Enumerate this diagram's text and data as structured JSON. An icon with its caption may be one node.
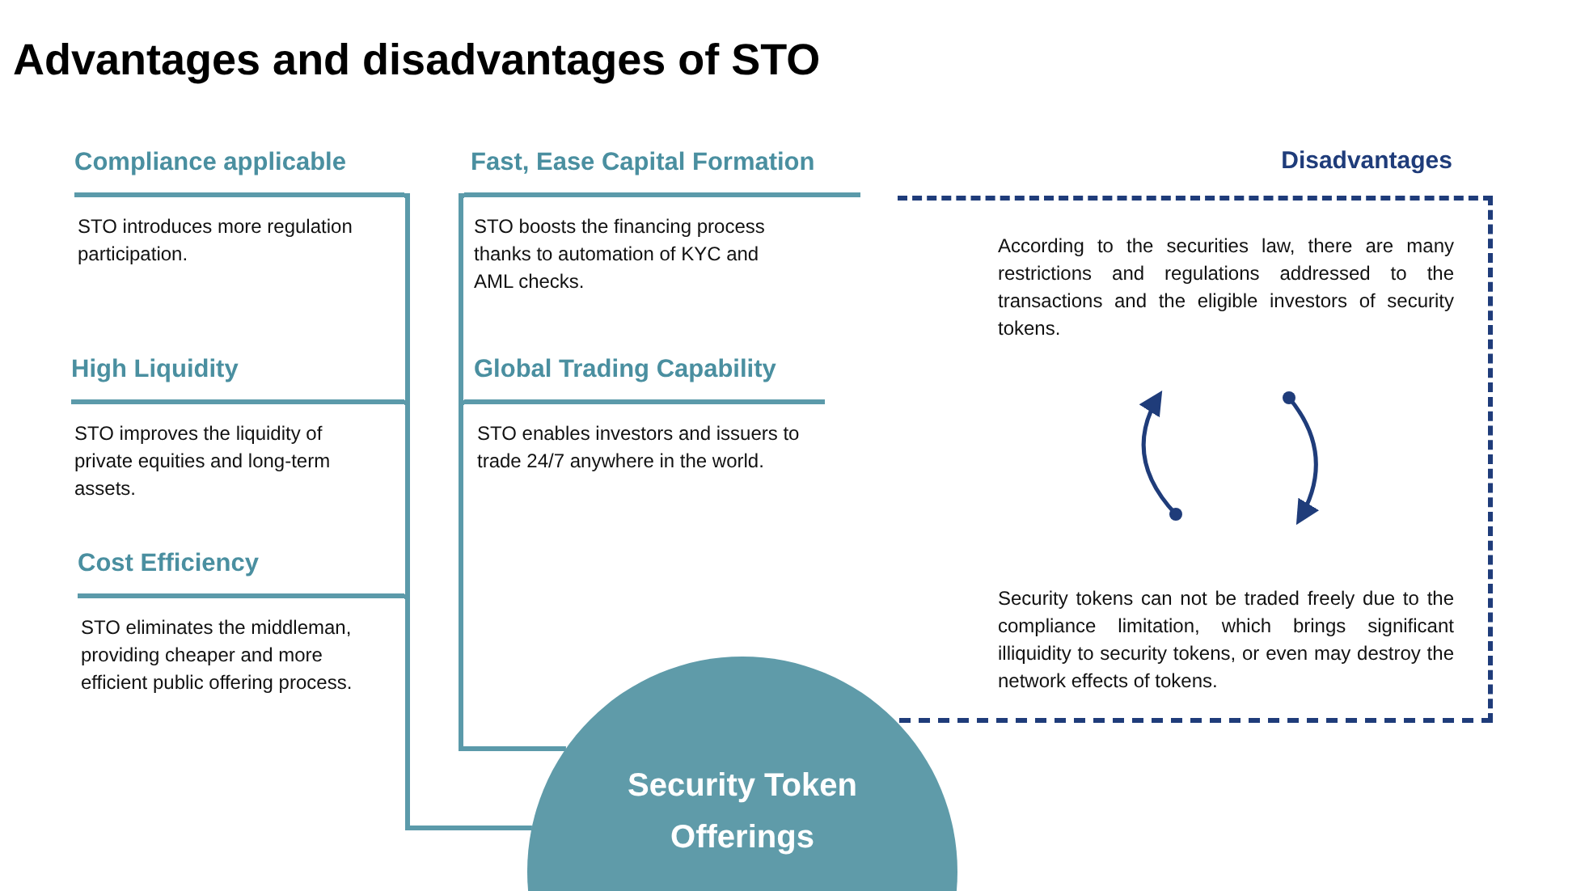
{
  "diagram": {
    "title": "Advantages and disadvantages of STO",
    "nodes": [
      {
        "text": [
          "Security Token Offerings"
        ]
      },
      {
        "text": [
          "Compliance applicable",
          "STO introduces more regulation participation."
        ]
      },
      {
        "text": [
          "High Liquidity",
          "STO improves the liquidity of private equities and long-term assets."
        ]
      },
      {
        "text": [
          "Cost Efficiency",
          "STO eliminates the middleman, providing cheaper and more efficient public offering process."
        ]
      },
      {
        "text": [
          "Fast, Ease Capital Formation",
          "STO boosts the financing process thanks to automation of KYC and AML checks."
        ]
      },
      {
        "text": [
          "Global Trading Capability",
          "STO enables investors and issuers to trade 24/7 anywhere in the world."
        ]
      },
      {
        "text": [
          "Disadvantages",
          "According to the securities law, there are many restrictions and regulations addressed to the transactions and the eligible investors of security tokens.",
          "Security tokens can not be traded freely due to the compliance limitation, which brings significant illiquidity to security tokens, or even may destroy the network effects of tokens."
        ]
      }
    ],
    "edges": [
      {
        "from": 1,
        "to": 0,
        "arrow": "none"
      },
      {
        "from": 2,
        "to": 0,
        "arrow": "none"
      },
      {
        "from": 3,
        "to": 0,
        "arrow": "none"
      },
      {
        "from": 4,
        "to": 0,
        "arrow": "none"
      },
      {
        "from": 5,
        "to": 0,
        "arrow": "none"
      },
      {
        "from": 6,
        "to": 0,
        "arrow": "none",
        "style": "dashed",
        "color": "#1f3c7a"
      }
    ]
  }
}
